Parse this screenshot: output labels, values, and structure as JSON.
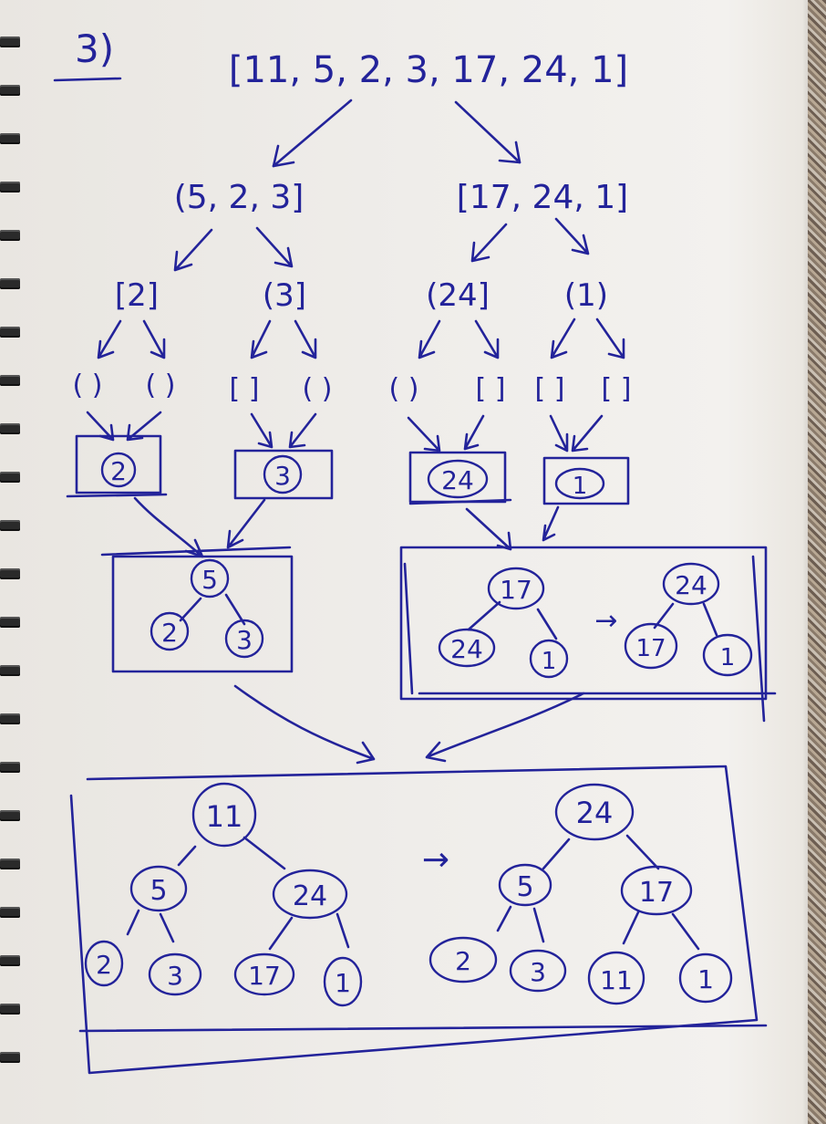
{
  "problem_label": "3)",
  "input_array": "[11, 5, 2, 3, 17, 24, 1]",
  "split_left": "(5, 2, 3]",
  "split_right": "[17, 24, 1]",
  "singletons": [
    "[2]",
    "(3]",
    "(24]",
    "(1)"
  ],
  "empty_lists": [
    "( )",
    "( )",
    "[ ]",
    "( )",
    "( )",
    "[ ]",
    "[ ]",
    "[ ]"
  ],
  "leaf_values": [
    "2",
    "3",
    "24",
    "1"
  ],
  "left_subheap": {
    "root": "5",
    "left": "2",
    "right": "3"
  },
  "right_subheap_before": {
    "root": "17",
    "left": "24",
    "right": "1"
  },
  "right_subheap_after": {
    "root": "24",
    "left": "17",
    "right": "1"
  },
  "final_before": {
    "root": "11",
    "l": "5",
    "r": "24",
    "ll": "2",
    "lr": "3",
    "rl": "17",
    "rr": "1"
  },
  "final_after": {
    "root": "24",
    "l": "5",
    "r": "17",
    "ll": "2",
    "lr": "3",
    "rl": "11",
    "rr": "1"
  },
  "transform_arrow": "→",
  "ink_color": "#23239a"
}
